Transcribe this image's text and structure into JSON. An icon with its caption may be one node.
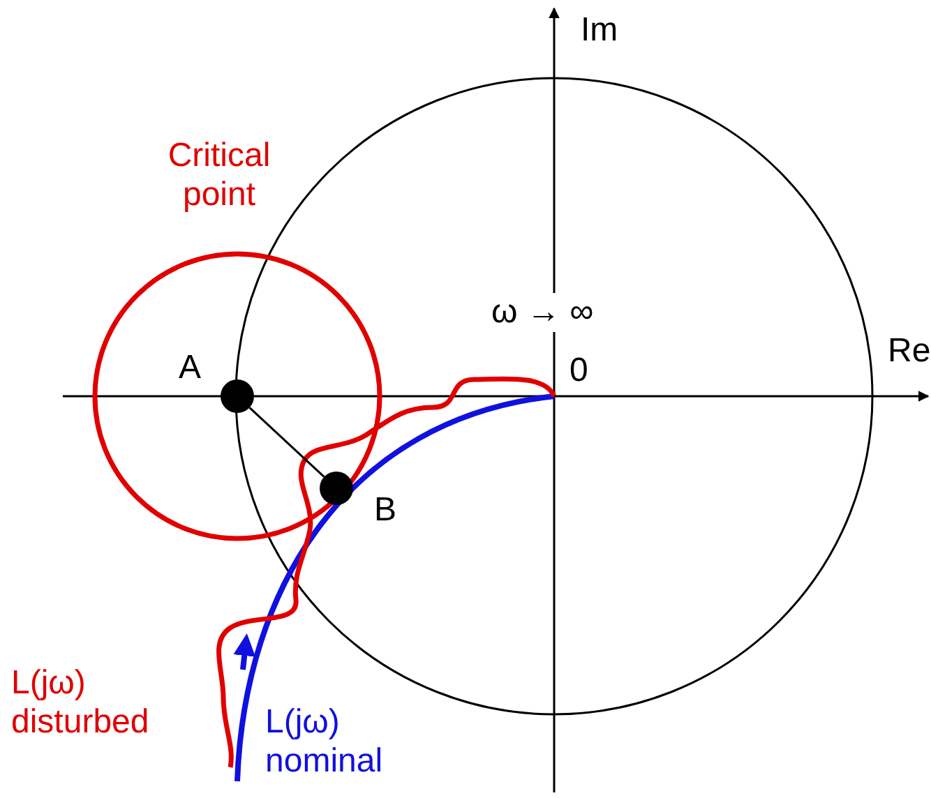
{
  "diagram": {
    "nodes": [
      {
        "text": [],
        "shape": "circle",
        "beside": [
          "A"
        ]
      },
      {
        "text": [],
        "shape": "circle",
        "beside": [
          "B"
        ]
      }
    ],
    "edges": [
      {
        "from": 0,
        "to": 1,
        "arrow": "none"
      }
    ],
    "labels": [
      "Im",
      "Critical point",
      "ω → ∞",
      "Re",
      "0",
      "L(jω) disturbed",
      "L(jω) nominal"
    ]
  }
}
